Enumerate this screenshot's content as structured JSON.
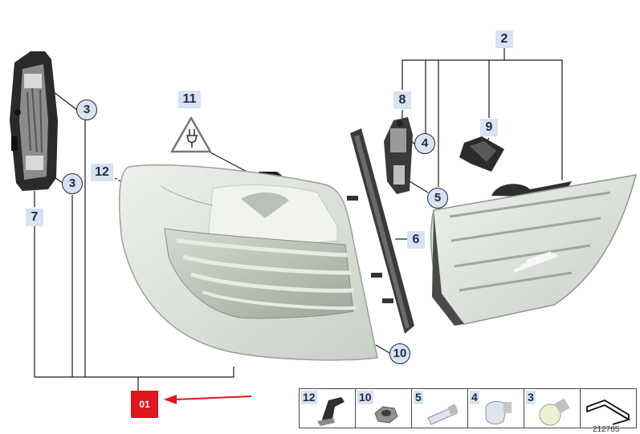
{
  "callouts": {
    "c2": "2",
    "c3a": "3",
    "c3b": "3",
    "c4": "4",
    "c5": "5",
    "c6": "6",
    "c7": "7",
    "c8": "8",
    "c9": "9",
    "c10": "10",
    "c11": "11",
    "c12": "12"
  },
  "assembly_tag": "01",
  "legend": [
    {
      "num": "12",
      "icon": "clip-icon"
    },
    {
      "num": "10",
      "icon": "hex-nut-icon"
    },
    {
      "num": "5",
      "icon": "tubular-bulb-icon"
    },
    {
      "num": "4",
      "icon": "wedge-bulb-icon"
    },
    {
      "num": "3",
      "icon": "ball-bulb-icon"
    },
    {
      "num": "",
      "icon": "zigzag-arrow-icon"
    }
  ],
  "doc_number": "212765",
  "colors": {
    "tag": "#e0151d",
    "callout_fill": "#d7e3f1",
    "callout_text": "#1d2a44",
    "arrow": "#e0151d"
  }
}
